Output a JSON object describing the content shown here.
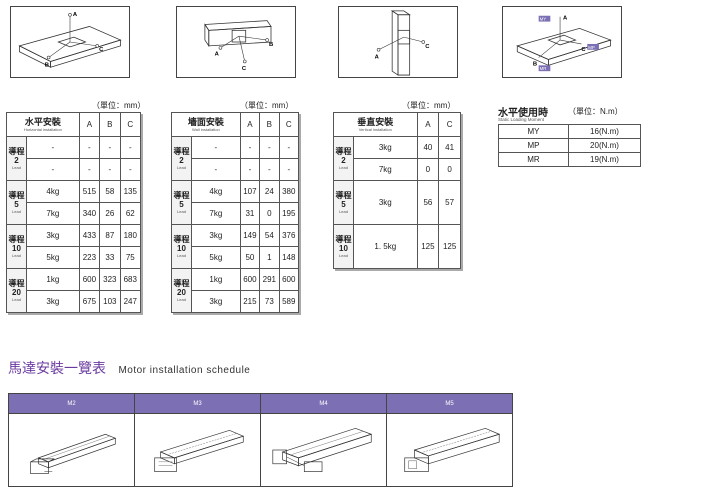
{
  "diagrams": [
    {
      "labels": [
        "A",
        "B",
        "C"
      ]
    },
    {
      "labels": [
        "A",
        "B",
        "C"
      ]
    },
    {
      "labels": [
        "A",
        "C"
      ]
    },
    {
      "labels": [
        "A",
        "B",
        "C"
      ],
      "moment_labels": [
        "MY",
        "MP",
        "MR"
      ]
    }
  ],
  "unit_mm": "（單位：mm）",
  "horizontal": {
    "title": "水平安裝",
    "subtitle": "Horizontal installation",
    "cols": [
      "A",
      "B",
      "C"
    ],
    "groups": [
      {
        "lead_zh": "導程",
        "lead_num": "2",
        "lead_en": "Lead",
        "rows": [
          [
            "-",
            "-",
            "-",
            "-"
          ],
          [
            "-",
            "-",
            "-",
            "-"
          ]
        ]
      },
      {
        "lead_zh": "導程",
        "lead_num": "5",
        "lead_en": "Lead",
        "rows": [
          [
            "4kg",
            "515",
            "58",
            "135"
          ],
          [
            "7kg",
            "340",
            "26",
            "62"
          ]
        ]
      },
      {
        "lead_zh": "導程",
        "lead_num": "10",
        "lead_en": "Lead",
        "rows": [
          [
            "3kg",
            "433",
            "87",
            "180"
          ],
          [
            "5kg",
            "223",
            "33",
            "75"
          ]
        ]
      },
      {
        "lead_zh": "導程",
        "lead_num": "20",
        "lead_en": "Lead",
        "rows": [
          [
            "1kg",
            "600",
            "323",
            "683"
          ],
          [
            "3kg",
            "675",
            "103",
            "247"
          ]
        ]
      }
    ]
  },
  "wall": {
    "title": "墻面安裝",
    "subtitle": "Wall installation",
    "cols": [
      "A",
      "B",
      "C"
    ],
    "groups": [
      {
        "lead_zh": "導程",
        "lead_num": "2",
        "lead_en": "Lead",
        "rows": [
          [
            "-",
            "-",
            "-",
            "-"
          ],
          [
            "-",
            "-",
            "-",
            "-"
          ]
        ]
      },
      {
        "lead_zh": "導程",
        "lead_num": "5",
        "lead_en": "Lead",
        "rows": [
          [
            "4kg",
            "107",
            "24",
            "380"
          ],
          [
            "7kg",
            "31",
            "0",
            "195"
          ]
        ]
      },
      {
        "lead_zh": "導程",
        "lead_num": "10",
        "lead_en": "Lead",
        "rows": [
          [
            "3kg",
            "149",
            "54",
            "376"
          ],
          [
            "5kg",
            "50",
            "1",
            "148"
          ]
        ]
      },
      {
        "lead_zh": "導程",
        "lead_num": "20",
        "lead_en": "Lead",
        "rows": [
          [
            "1kg",
            "600",
            "291",
            "600"
          ],
          [
            "3kg",
            "215",
            "73",
            "589"
          ]
        ]
      }
    ]
  },
  "vertical": {
    "title": "垂直安裝",
    "subtitle": "Vertical installation",
    "cols": [
      "A",
      "C"
    ],
    "groups": [
      {
        "lead_zh": "導程",
        "lead_num": "2",
        "lead_en": "Lead",
        "rows": [
          [
            "3kg",
            "40",
            "41"
          ],
          [
            "7kg",
            "0",
            "0"
          ]
        ]
      },
      {
        "lead_zh": "導程",
        "lead_num": "5",
        "lead_en": "Lead",
        "rows": [
          [
            "3kg",
            "56",
            "57"
          ]
        ]
      },
      {
        "lead_zh": "導程",
        "lead_num": "10",
        "lead_en": "Lead",
        "rows": [
          [
            "1. 5kg",
            "125",
            "125"
          ]
        ]
      }
    ]
  },
  "moment": {
    "title": "水平使用時",
    "subtitle": "Static Loading Moment",
    "unit": "（單位：N.m）",
    "rows": [
      [
        "MY",
        "16(N.m)"
      ],
      [
        "MP",
        "20(N.m)"
      ],
      [
        "MR",
        "19(N.m)"
      ]
    ]
  },
  "motor": {
    "title_zh": "馬達安裝一覽表",
    "title_en": "Motor installation schedule",
    "items": [
      "M2",
      "M3",
      "M4",
      "M5"
    ]
  }
}
